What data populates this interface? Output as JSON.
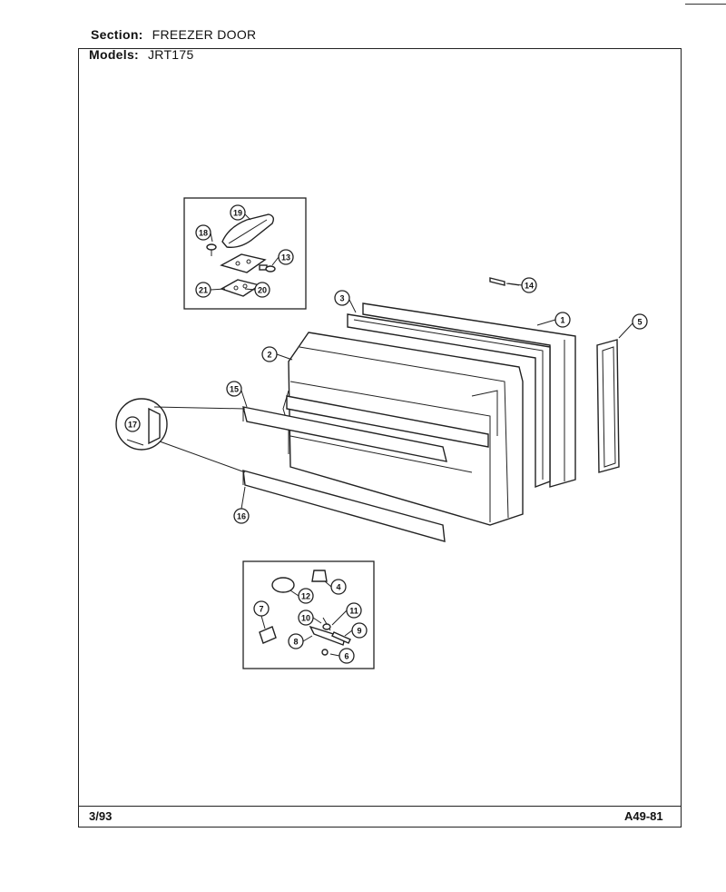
{
  "header": {
    "section_label": "Section:",
    "section_value": "FREEZER DOOR",
    "models_label": "Models:",
    "models_value": "JRT175"
  },
  "footer": {
    "date": "3/93",
    "code": "A49-81"
  },
  "callouts": {
    "c1": "1",
    "c2": "2",
    "c3": "3",
    "c4": "4",
    "c5": "5",
    "c6": "6",
    "c7": "7",
    "c8": "8",
    "c9": "9",
    "c10": "10",
    "c11": "11",
    "c12": "12",
    "c13": "13",
    "c14": "14",
    "c15": "15",
    "c16": "16",
    "c17": "17",
    "c18": "18",
    "c19": "19",
    "c20": "20",
    "c21": "21"
  }
}
